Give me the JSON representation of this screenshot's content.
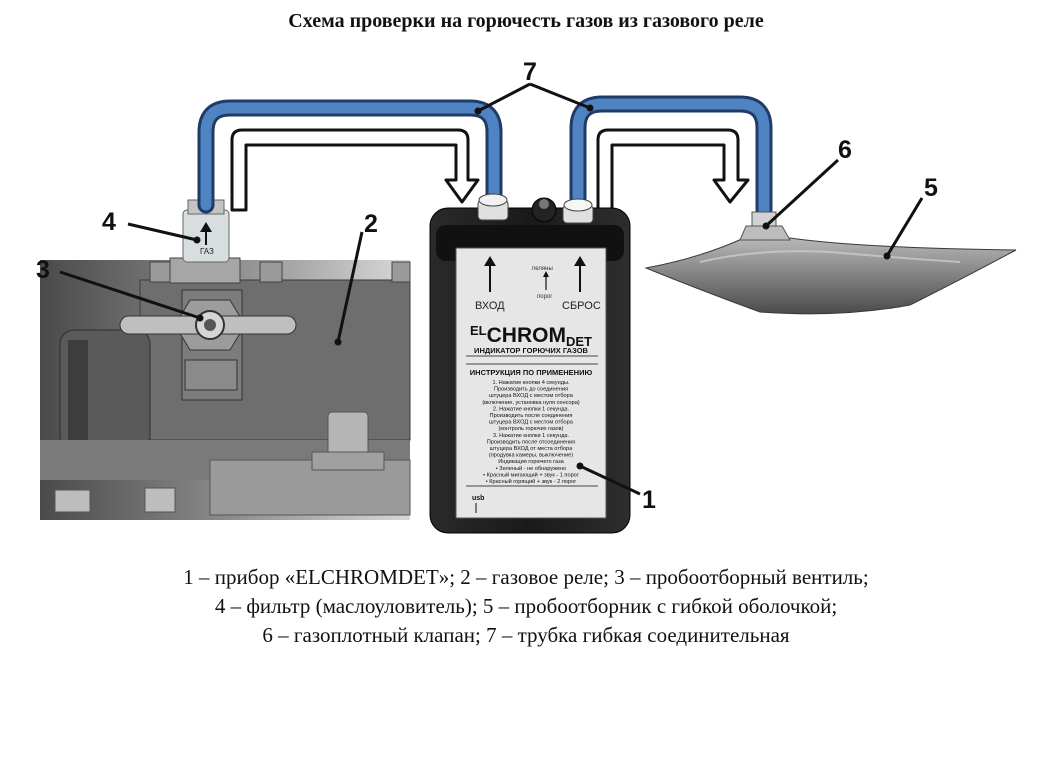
{
  "title": "Схема проверки на горючесть газов из газового реле",
  "callouts": {
    "n1": "1",
    "n2": "2",
    "n3": "3",
    "n4": "4",
    "n5": "5",
    "n6": "6",
    "n7": "7"
  },
  "device": {
    "inlet_label": "ВХОД",
    "reset_label": "СБРОС",
    "tiny_labels": [
      "пеляны",
      "порог"
    ],
    "brand_prefix": "EL",
    "brand_main": "CHROM",
    "brand_suffix": "DET",
    "subtitle": "ИНДИКАТОР ГОРЮЧИХ ГАЗОВ",
    "instructions_heading": "ИНСТРУКЦИЯ ПО ПРИМЕНЕНИЮ",
    "instructions": [
      "1. Нажатие кнопки 4 секунды.",
      "Производить до соединения",
      "штуцера ВХОД с местом отбора",
      "(включение, установка нуля сенсора)",
      "2. Нажатие кнопки 1 секунда.",
      "Производить после соединения",
      "штуцера ВХОД с местом отбора",
      "(контроль горючих газов)",
      "3. Нажатие кнопки 1 секунда.",
      "Производить после отсоединения",
      "штуцера ВХОД от места отбора",
      "(продувка камеры, выключение)",
      "Индикация горючего газа",
      "• Зеленый - не обнаружено",
      "• Красный мигающий + звук - 1 порог",
      "• Красный горящий + звук - 2 порог"
    ],
    "usb_label": "usb"
  },
  "filter_label": "ГАЗ",
  "legend": [
    "1 – прибор «ELCHROMDET»; 2 – газовое реле; 3 – пробоотборный вентиль;",
    "4 – фильтр (маслоуловитель); 5 – пробоотборник с гибкой оболочкой;",
    "6 – газоплотный клапан; 7 – трубка гибкая соединительная"
  ]
}
